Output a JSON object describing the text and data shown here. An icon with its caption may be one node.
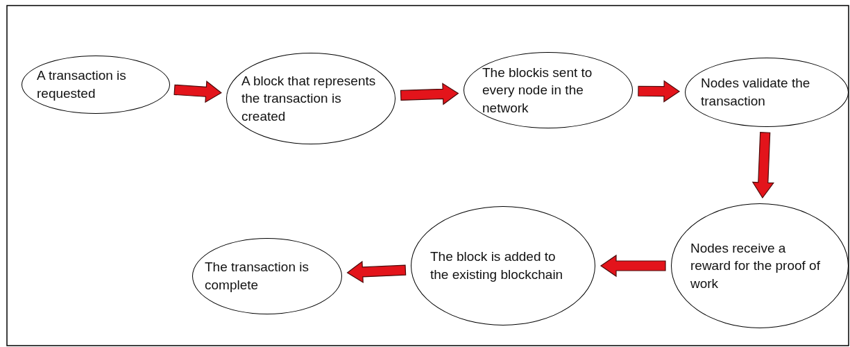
{
  "diagram": {
    "nodes": [
      {
        "text": [
          "A transaction is requested"
        ]
      },
      {
        "text": [
          "A block that represents the transaction is created"
        ]
      },
      {
        "text": [
          "The blockis sent to every node in the network"
        ]
      },
      {
        "text": [
          "Nodes validate the transaction"
        ]
      },
      {
        "text": [
          "Nodes receive a reward for the proof of work"
        ]
      },
      {
        "text": [
          "The block is added to the existing blockchain"
        ]
      },
      {
        "text": [
          "The transaction is complete"
        ]
      }
    ],
    "edges": [
      {
        "from": 0,
        "to": 1,
        "arrow": "to"
      },
      {
        "from": 1,
        "to": 2,
        "arrow": "to"
      },
      {
        "from": 2,
        "to": 3,
        "arrow": "to"
      },
      {
        "from": 3,
        "to": 4,
        "arrow": "to"
      },
      {
        "from": 4,
        "to": 5,
        "arrow": "to"
      },
      {
        "from": 5,
        "to": 6,
        "arrow": "to"
      }
    ]
  }
}
